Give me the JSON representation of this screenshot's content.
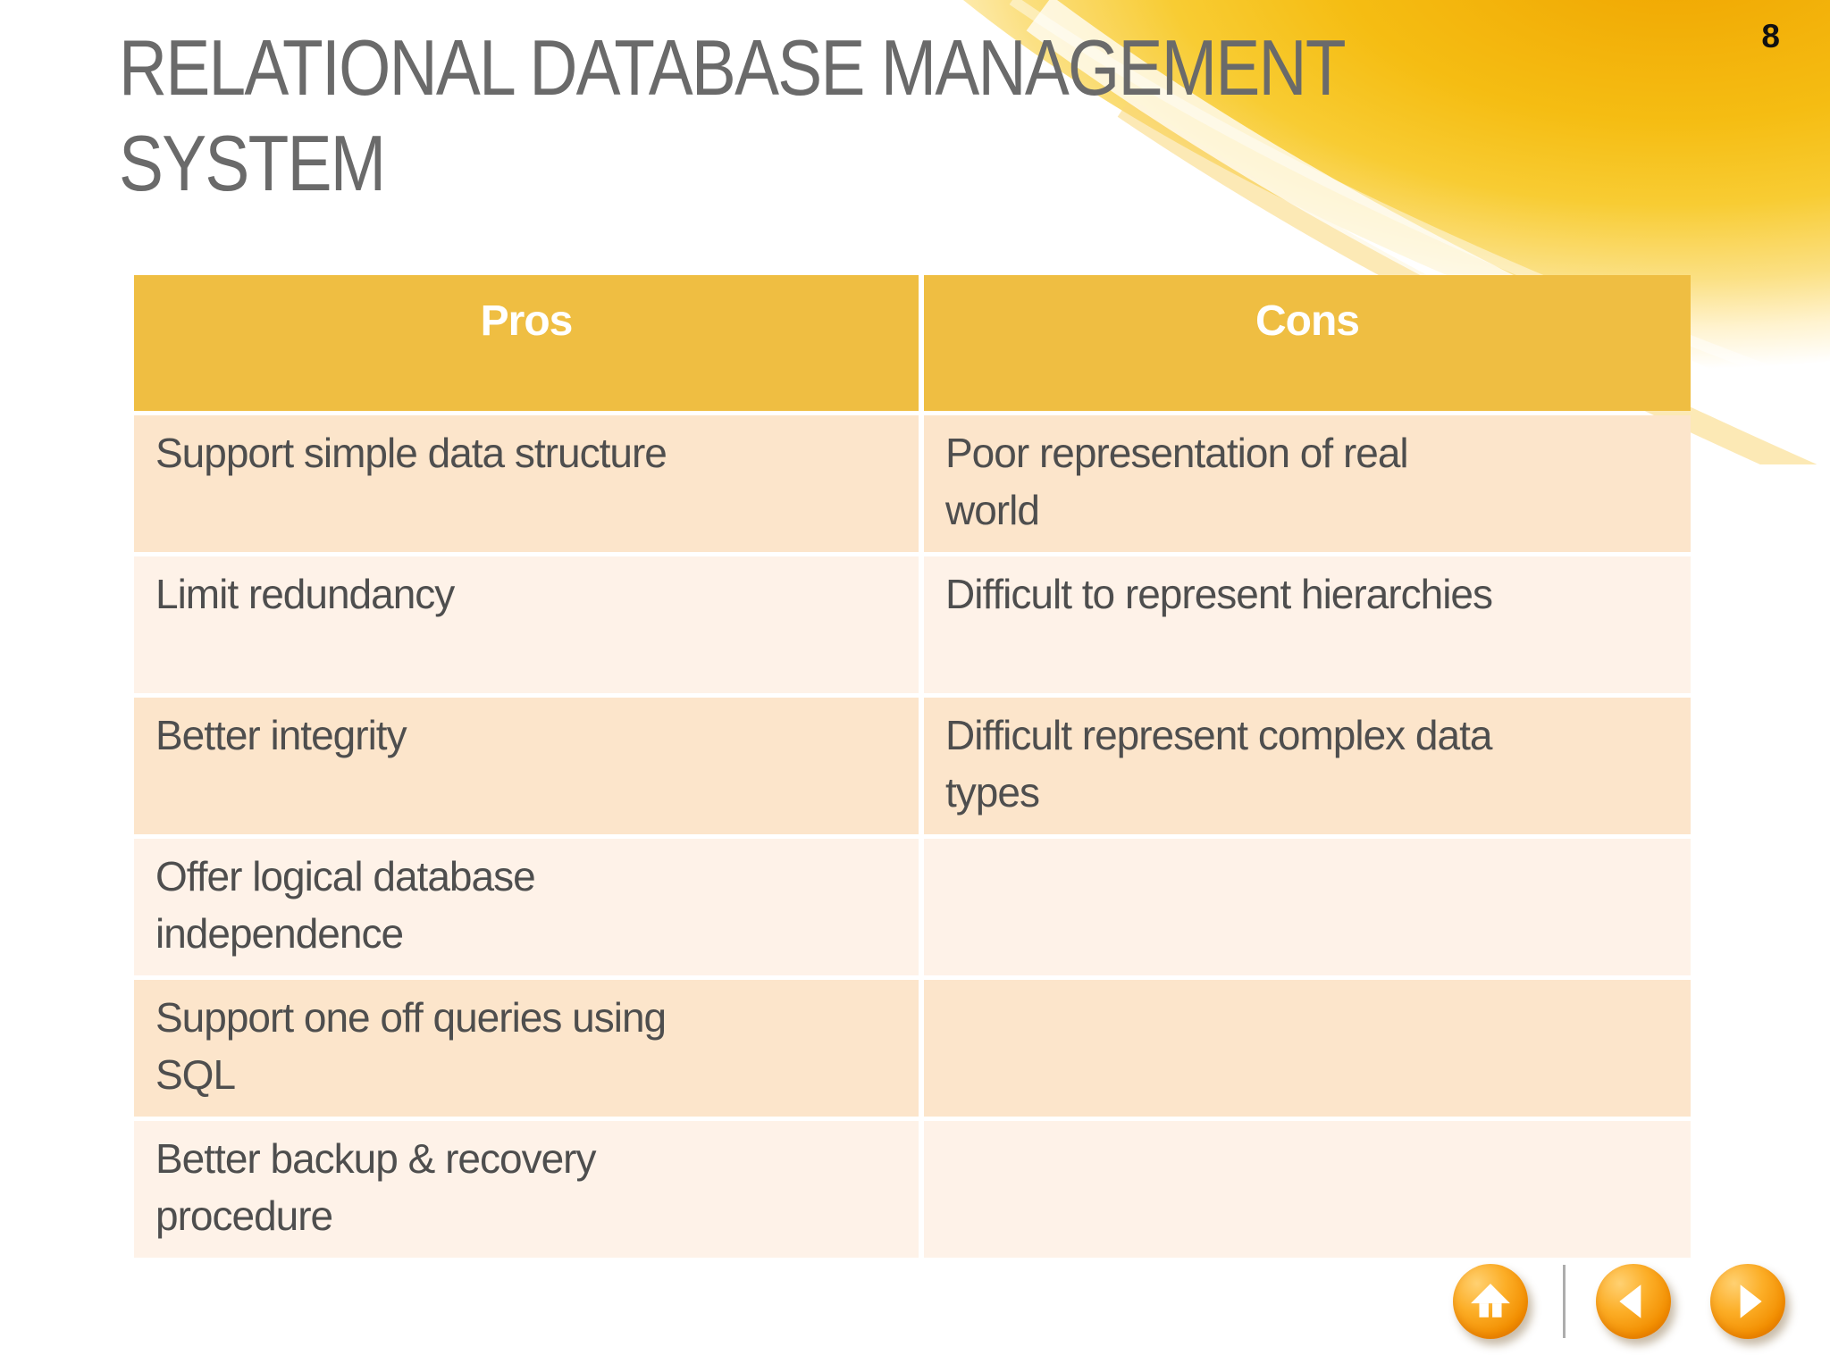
{
  "page_number": "8",
  "title": "RELATIONAL DATABASE MANAGEMENT SYSTEM",
  "table": {
    "headers": [
      "Pros",
      "Cons"
    ],
    "rows": [
      {
        "pros": "Support simple data structure",
        "cons": "Poor representation of real\nworld"
      },
      {
        "pros": "Limit redundancy",
        "cons": "Difficult to represent hierarchies"
      },
      {
        "pros": "Better integrity",
        "cons": "Difficult represent complex data\ntypes"
      },
      {
        "pros": "Offer logical database\nindependence",
        "cons": ""
      },
      {
        "pros": "Support one off queries using\nSQL",
        "cons": ""
      },
      {
        "pros": "Better backup & recovery\nprocedure",
        "cons": ""
      }
    ]
  },
  "nav": {
    "icons": [
      "home-icon",
      "arrow-left-icon",
      "arrow-right-icon"
    ]
  },
  "colors": {
    "header_fill": "#EFBE42",
    "row_peach": "#FCE5CB",
    "row_cream": "#FEF2E8",
    "cell_text": "#4E4E4E",
    "title_text": "#6A6A6A",
    "button_orange": "#F28E00",
    "swoosh_gold": "#F5BD13"
  }
}
